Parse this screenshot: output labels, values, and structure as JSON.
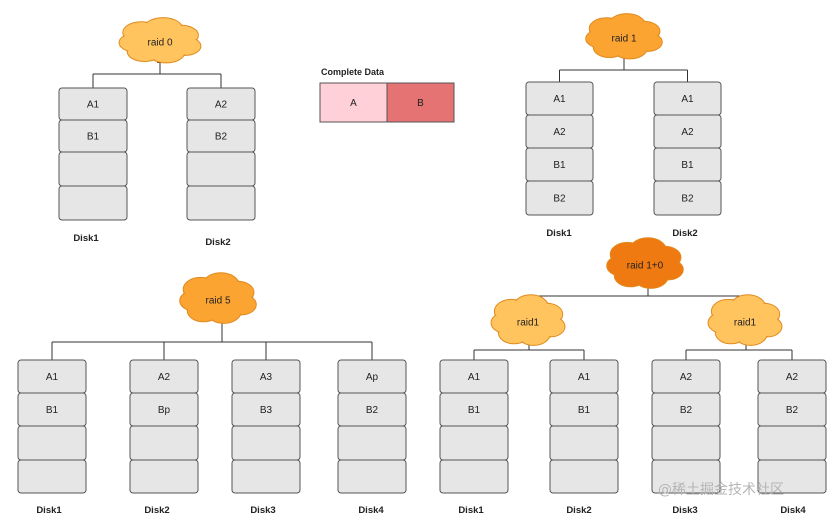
{
  "colors": {
    "cell_fill": "#e6e6e6",
    "cell_stroke": "#555555",
    "cloud_light": "#ffc45e",
    "cloud_mid": "#fba432",
    "cloud_dark": "#f07a12",
    "cloud_stroke": "#e08a1e",
    "block_a": "#ffd0d8",
    "block_b": "#e57373"
  },
  "complete_data": {
    "title": "Complete Data",
    "blocks": [
      "A",
      "B"
    ]
  },
  "raid0": {
    "label": "raid 0",
    "disks": [
      {
        "name": "Disk1",
        "cells": [
          "A1",
          "B1",
          "",
          ""
        ]
      },
      {
        "name": "Disk2",
        "cells": [
          "A2",
          "B2",
          "",
          ""
        ]
      }
    ]
  },
  "raid1": {
    "label": "raid 1",
    "disks": [
      {
        "name": "Disk1",
        "cells": [
          "A1",
          "A2",
          "B1",
          "B2"
        ]
      },
      {
        "name": "Disk2",
        "cells": [
          "A1",
          "A2",
          "B1",
          "B2"
        ]
      }
    ]
  },
  "raid5": {
    "label": "raid 5",
    "disks": [
      {
        "name": "Disk1",
        "cells": [
          "A1",
          "B1",
          "",
          ""
        ]
      },
      {
        "name": "Disk2",
        "cells": [
          "A2",
          "Bp",
          "",
          ""
        ]
      },
      {
        "name": "Disk3",
        "cells": [
          "A3",
          "B3",
          "",
          ""
        ]
      },
      {
        "name": "Disk4",
        "cells": [
          "Ap",
          "B2",
          "",
          ""
        ]
      }
    ]
  },
  "raid10": {
    "label": "raid 1+0",
    "sub_labels": [
      "raid1",
      "raid1"
    ],
    "disks": [
      {
        "name": "Disk1",
        "cells": [
          "A1",
          "B1",
          "",
          ""
        ]
      },
      {
        "name": "Disk2",
        "cells": [
          "A1",
          "B1",
          "",
          ""
        ]
      },
      {
        "name": "Disk3",
        "cells": [
          "A2",
          "B2",
          "",
          ""
        ]
      },
      {
        "name": "Disk4",
        "cells": [
          "A2",
          "B2",
          "",
          ""
        ]
      }
    ]
  },
  "watermark": "@稀土掘金技术社区"
}
